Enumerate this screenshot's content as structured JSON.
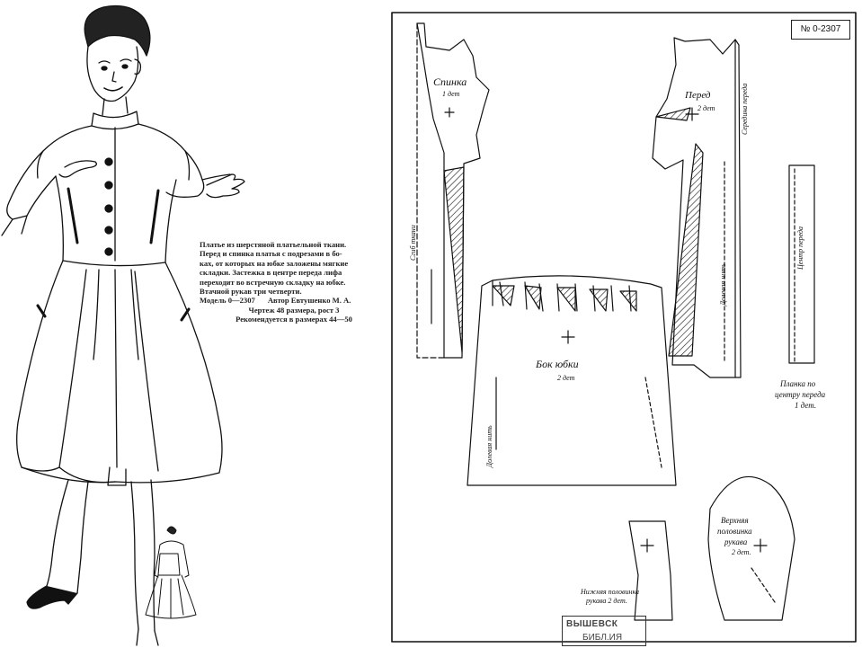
{
  "description": {
    "lines": [
      "Платье из шерстяной платьельной ткани.",
      "Перед и спинка платья с подрезами в бо-",
      "ках, от которых на юбке заложены мягкие",
      "складки. Застежка в центре переда лифа",
      "переходит во встречную складку на юбке.",
      "Втачной рукав три четверти."
    ],
    "model": "Модель 0—2307",
    "author": "Автор Евтушенко М. А.",
    "drawing": "Чертеж 48 размера, рост 3",
    "recommended": "Рекомендуется в размерах 44—50"
  },
  "pattern": {
    "model_number": "№ 0-2307",
    "pieces": {
      "back_name": "Спинка",
      "back_count": "1 дет",
      "front_name": "Перед",
      "front_count": "2 дет",
      "skirt_name": "Бок юбки",
      "skirt_count": "2 дет",
      "placket_name_1": "Планка по",
      "placket_name_2": "центру переда",
      "placket_count": "1 дет.",
      "upper_sleeve_1": "Верхняя",
      "upper_sleeve_2": "половинка",
      "upper_sleeve_3": "рукава",
      "upper_sleeve_count": "2 дет.",
      "lower_sleeve_1": "Нижняя половинка",
      "lower_sleeve_2": "рукава 2 дет."
    },
    "labels": {
      "grain": "Долевая нить",
      "fold": "Сгиб ткани",
      "mid_front": "Середина переда",
      "center_front": "Центр переда"
    },
    "stamp_line1": "ВЫШЕВСК",
    "stamp_line2": "БИБЛ.ИЯ"
  }
}
